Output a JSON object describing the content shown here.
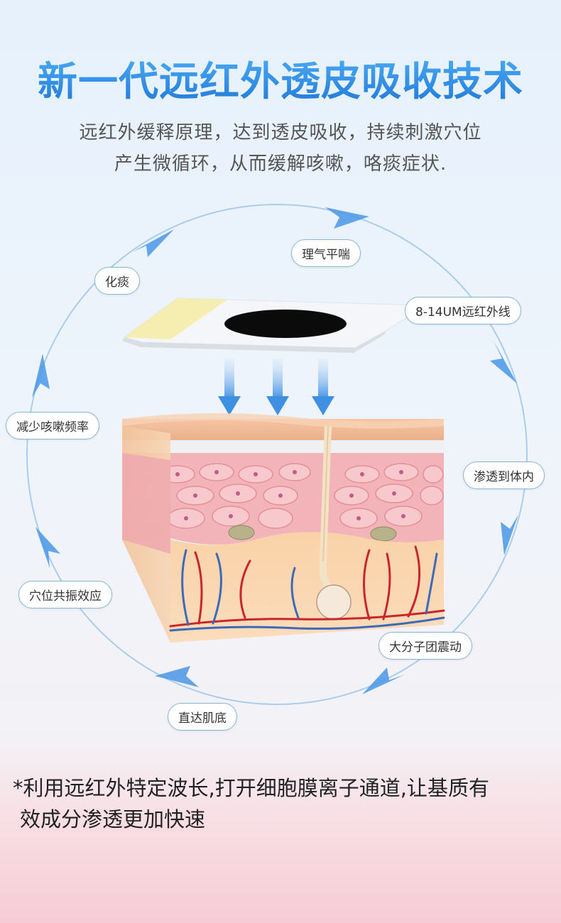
{
  "header": {
    "title": "新一代远红外透皮吸收技术",
    "subtitle_line1": "远红外缓释原理，达到透皮吸收，持续刺激穴位",
    "subtitle_line2": "产生微循环，从而缓解咳嗽，咯痰症状."
  },
  "cycle_labels": {
    "l1": "理气平喘",
    "l2": "8-14UM远红外线",
    "l3": "渗透到体内",
    "l4": "大分子团震动",
    "l5": "直达肌底",
    "l6": "穴位共振效应",
    "l7": "减少咳嗽频率",
    "l8": "化痰"
  },
  "footnote": {
    "line1": "*利用远红外特定波长,打开细胞膜离子通道,让基质有",
    "line2": "效成分渗透更加快速"
  },
  "colors": {
    "title_blue": "#2c8ee6",
    "arrow_blue": "#3f8fe3",
    "skin_pink": "#f2b4b9",
    "vessel_red": "#c8262b",
    "vessel_blue": "#3d6ab8"
  }
}
